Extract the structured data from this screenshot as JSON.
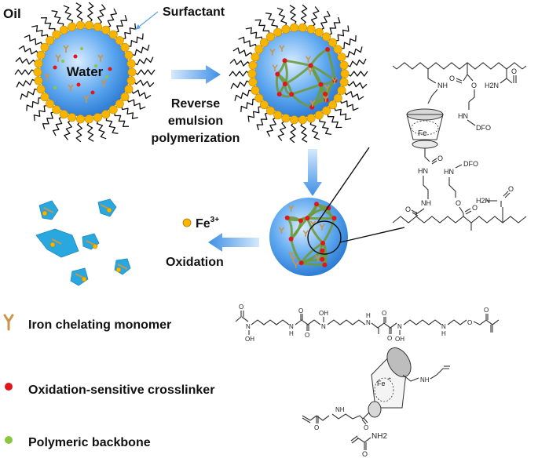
{
  "labels": {
    "oil": "Oil",
    "surfactant": "Surfactant",
    "water": "Water",
    "step1_line1": "Reverse",
    "step1_line2": "emulsion",
    "step1_line3": "polymerization",
    "iron": "Fe",
    "iron_charge": "3+",
    "step2": "Oxidation"
  },
  "legend": [
    {
      "label": "Iron chelating monomer",
      "symbol": "y-shape",
      "color": "#c8964a"
    },
    {
      "label": "Oxidation-sensitive crosslinker",
      "symbol": "dot",
      "color": "#e0161a"
    },
    {
      "label": "Polymeric backbone",
      "symbol": "dot",
      "color": "#8cc63f"
    }
  ],
  "chem_labels": {
    "nh": "NH",
    "hn": "HN",
    "h2n": "H2N",
    "o": "O",
    "dfo": "DFO",
    "fe": "Fe",
    "oh": "OH",
    "n": "N",
    "h": "H",
    "nh2": "NH2",
    "plus": "+"
  },
  "colors": {
    "water_blue": "#3a8fe0",
    "surfactant_head": "#f7b500",
    "crosslink_red": "#e0161a",
    "backbone_green": "#6e9a3c",
    "fragment_blue": "#29a8e0",
    "arrow_blue": "#5aa2ea"
  }
}
